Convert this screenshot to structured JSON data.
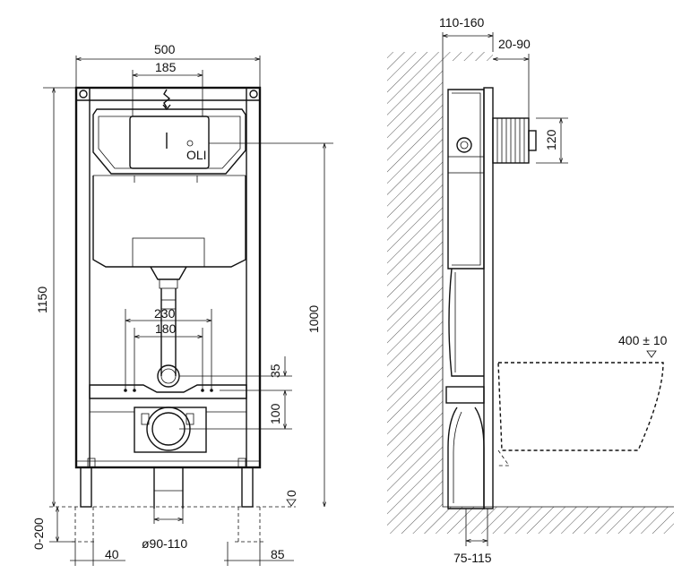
{
  "front_view": {
    "dim_width_total": "500",
    "dim_flush_plate": "185",
    "dim_height_total": "1150",
    "dim_height_to_flush": "1000",
    "dim_bolt_outer": "230",
    "dim_bolt_inner": "180",
    "dim_offset_35": "35",
    "dim_offset_100": "100",
    "dim_floor_level": "0",
    "dim_foot_adjust": "0-200",
    "dim_pipe_diameter": "ø90-110",
    "dim_foot_left": "40",
    "dim_foot_right": "85",
    "brand_mark": "OLI"
  },
  "side_view": {
    "dim_frame_depth": "110-160",
    "dim_wall_offset": "20-90",
    "dim_flush_height": "120",
    "dim_seat_height": "400 ± 10",
    "dim_outlet_offset": "75-115"
  }
}
